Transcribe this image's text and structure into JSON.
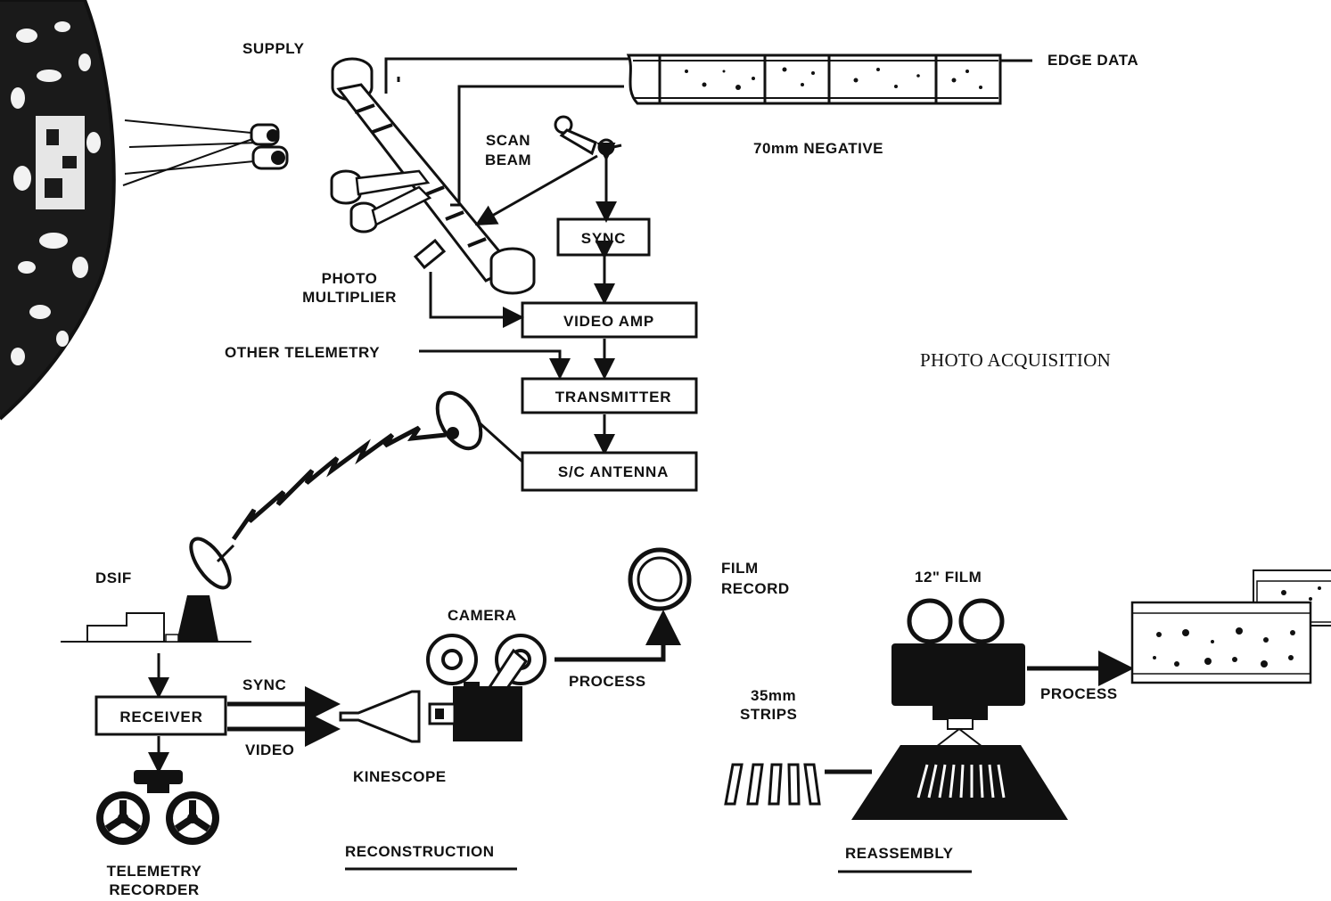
{
  "labels": {
    "supply": "SUPPLY",
    "edge_data": "EDGE DATA",
    "scan_beam_1": "SCAN",
    "scan_beam_2": "BEAM",
    "negative": "70mm NEGATIVE",
    "sync_box": "SYNC",
    "photo_multiplier_1": "PHOTO",
    "photo_multiplier_2": "MULTIPLIER",
    "video_amp": "VIDEO AMP",
    "other_telemetry": "OTHER TELEMETRY",
    "transmitter": "TRANSMITTER",
    "sc_antenna": "S/C ANTENNA",
    "photo_acquisition": "PHOTO ACQUISITION",
    "dsif": "DSIF",
    "receiver": "RECEIVER",
    "sync_line": "SYNC",
    "video_line": "VIDEO",
    "kinescope": "KINESCOPE",
    "camera": "CAMERA",
    "process_1": "PROCESS",
    "film_record_1": "FILM",
    "film_record_2": "RECORD",
    "telemetry_recorder_1": "TELEMETRY",
    "telemetry_recorder_2": "RECORDER",
    "reconstruction": "RECONSTRUCTION",
    "film_12": "12\" FILM",
    "strips_1": "35mm",
    "strips_2": "STRIPS",
    "process_2": "PROCESS",
    "reassembly": "REASSEMBLY"
  }
}
